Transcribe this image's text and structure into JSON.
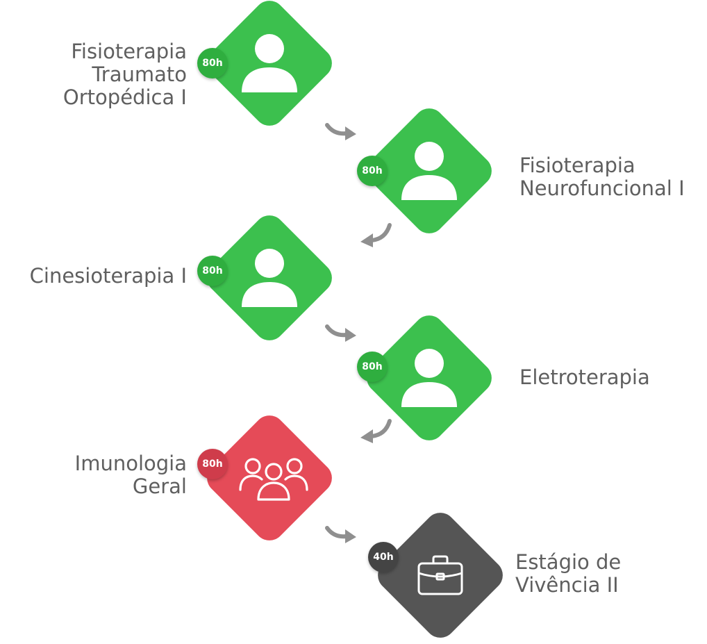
{
  "colors": {
    "green": "#3cc04e",
    "green_badge": "#2fae3f",
    "red": "#e54b58",
    "red_badge": "#cf3c4b",
    "dark": "#555555",
    "dark_badge": "#444444",
    "arrow": "#8f8f8f",
    "text": "#5f5f5f"
  },
  "steps": [
    {
      "hours": "80h",
      "icon": "person-icon",
      "label_lines": [
        "Fisioterapia",
        "Traumato",
        "Ortopédica I"
      ]
    },
    {
      "hours": "80h",
      "icon": "person-icon",
      "label_lines": [
        "Fisioterapia",
        "Neurofuncional I"
      ]
    },
    {
      "hours": "80h",
      "icon": "person-icon",
      "label_lines": [
        "Cinesioterapia I"
      ]
    },
    {
      "hours": "80h",
      "icon": "person-icon",
      "label_lines": [
        "Eletroterapia"
      ]
    },
    {
      "hours": "80h",
      "icon": "group-icon",
      "label_lines": [
        "Imunologia",
        "Geral"
      ]
    },
    {
      "hours": "40h",
      "icon": "briefcase-icon",
      "label_lines": [
        "Estágio de",
        "Vivência II"
      ]
    }
  ]
}
